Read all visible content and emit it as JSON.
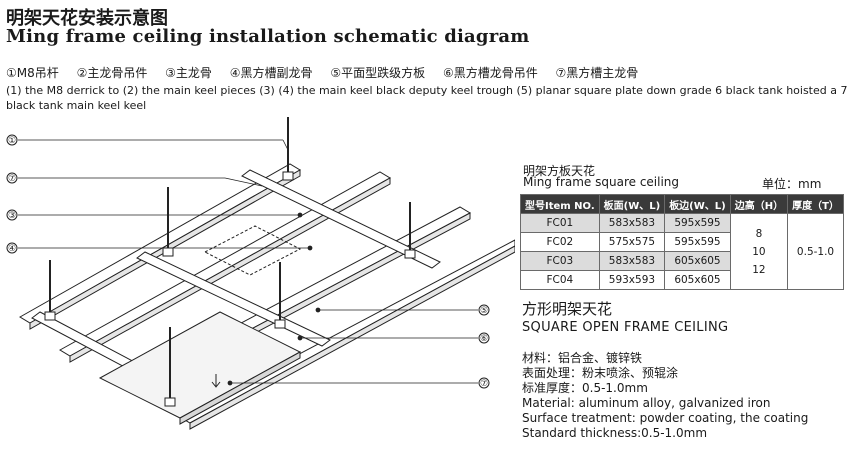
{
  "title_cn": "明架天花安装示意图",
  "title_en": "Ming frame ceiling installation schematic diagram",
  "parts_cn": [
    "①M8吊杆",
    "②主龙骨吊件",
    "③主龙骨",
    "④黑方槽副龙骨",
    "⑤平面型跌级方板",
    "⑥黑方槽龙骨吊件",
    "⑦黑方槽主龙骨"
  ],
  "parts_en": "(1) the M8 derrick to (2) the main keel pieces (3) (4) the main keel black deputy keel trough (5) planar square plate down grade 6 black tank hoisted a 7 black tank main keel keel",
  "callouts": {
    "left": [
      "①",
      "⑦",
      "③",
      "④"
    ],
    "right": [
      "⑤",
      "⑥",
      "⑦"
    ]
  },
  "table": {
    "title_cn": "明架方板天花",
    "title_en": "Ming frame square ceiling",
    "unit": "单位：mm",
    "headers": [
      "型号Item NO.",
      "板面(W、L)",
      "板边(W、L)",
      "边高（H）",
      "厚度（T）"
    ],
    "rows": [
      {
        "item": "FC01",
        "face": "583x583",
        "edge": "595x595"
      },
      {
        "item": "FC02",
        "face": "575x575",
        "edge": "595x595"
      },
      {
        "item": "FC03",
        "face": "583x583",
        "edge": "605x605"
      },
      {
        "item": "FC04",
        "face": "593x593",
        "edge": "605x605"
      }
    ],
    "edge_heights": [
      "8",
      "10",
      "12"
    ],
    "thickness": "0.5-1.0"
  },
  "square_cn": "方形明架天花",
  "square_en": "SQUARE OPEN FRAME CEILING",
  "materials": {
    "material_cn": "材料：铝合金、镀锌铁",
    "surface_cn": "表面处理：粉末喷涂、预辊涂",
    "thickness_cn": "标准厚度：0.5-1.0mm",
    "material_en": "Material: aluminum alloy, galvanized iron",
    "surface_en": "Surface treatment: powder coating, the coating",
    "thickness_en": "Standard thickness:0.5-1.0mm"
  }
}
